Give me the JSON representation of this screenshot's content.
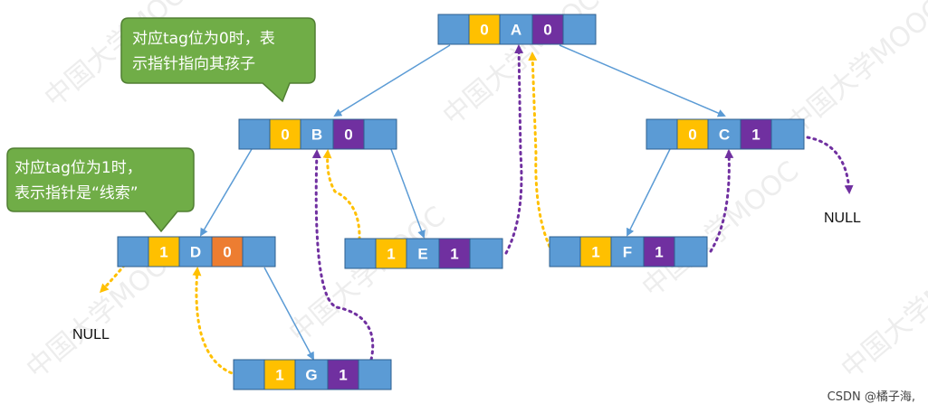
{
  "colors": {
    "pointer": "#5b9bd5",
    "tag0": "#ffc000",
    "tag1": "#ffc000",
    "data": "#5b9bd5",
    "rtag_child": "#7030a0",
    "rtag_thread": "#7030a0",
    "rtag_d": "#ed7d31",
    "edge": "#5b9bd5",
    "thread_yellow": "#ffc000",
    "thread_purple": "#7030a0",
    "callout": "#70ad47",
    "callout_border": "#507e32"
  },
  "nodes": [
    {
      "id": "A",
      "ltag": "0",
      "data": "A",
      "rtag": "0",
      "rtag_color": "rtag_child"
    },
    {
      "id": "B",
      "ltag": "0",
      "data": "B",
      "rtag": "0",
      "rtag_color": "rtag_child"
    },
    {
      "id": "C",
      "ltag": "0",
      "data": "C",
      "rtag": "1",
      "rtag_color": "rtag_thread"
    },
    {
      "id": "D",
      "ltag": "1",
      "data": "D",
      "rtag": "0",
      "rtag_color": "rtag_d"
    },
    {
      "id": "E",
      "ltag": "1",
      "data": "E",
      "rtag": "1",
      "rtag_color": "rtag_thread"
    },
    {
      "id": "F",
      "ltag": "1",
      "data": "F",
      "rtag": "1",
      "rtag_color": "rtag_thread"
    },
    {
      "id": "G",
      "ltag": "1",
      "data": "G",
      "rtag": "1",
      "rtag_color": "rtag_thread"
    }
  ],
  "null_labels": [
    "NULL",
    "NULL"
  ],
  "callouts": [
    {
      "line1": "对应tag位为0时，表",
      "line2": "示指针指向其孩子"
    },
    {
      "line1": "对应tag位为1时，",
      "line2": "表示指针是“线索”"
    }
  ],
  "watermark": "中国大学MOOC",
  "credit": "CSDN @橘子海,"
}
